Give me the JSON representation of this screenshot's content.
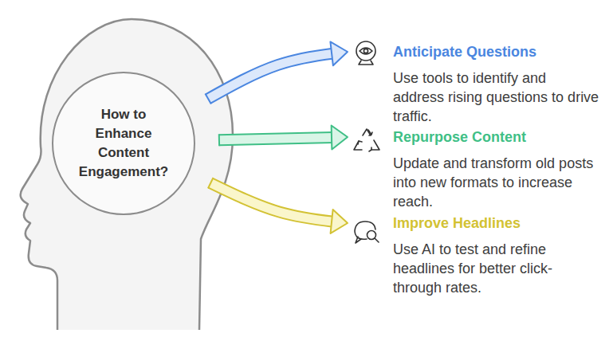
{
  "diagram": {
    "nodes": [
      {
        "text": [
          "How to Enhance Content Engagement?"
        ]
      },
      {
        "text": [
          "Anticipate Questions",
          "Use tools to identify and address rising questions to drive traffic."
        ]
      },
      {
        "text": [
          "Repurpose Content",
          "Update and transform old posts into new formats to increase reach."
        ]
      },
      {
        "text": [
          "Improve Headlines",
          "Use AI to test and refine headlines for better click-through rates."
        ]
      }
    ],
    "edges": [
      {
        "from": 0,
        "to": 1,
        "arrow": "to"
      },
      {
        "from": 0,
        "to": 2,
        "arrow": "to"
      },
      {
        "from": 0,
        "to": 3,
        "arrow": "to"
      }
    ]
  }
}
